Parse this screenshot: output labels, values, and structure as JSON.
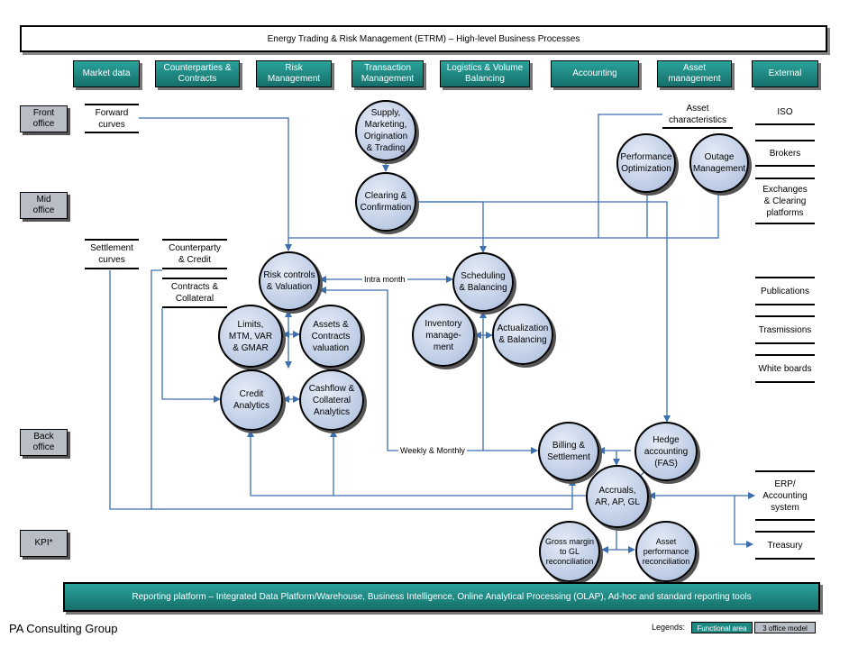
{
  "title": "Energy Trading & Risk Management (ETRM) – High-level Business Processes",
  "functional_areas": {
    "market_data": "Market data",
    "counterparties": [
      "Counterparties &",
      "Contracts"
    ],
    "risk": [
      "Risk",
      "Management"
    ],
    "transaction": [
      "Transaction",
      "Management"
    ],
    "logistics": [
      "Logistics & Volume",
      "Balancing"
    ],
    "accounting": "Accounting",
    "asset": [
      "Asset",
      "management"
    ],
    "external": "External"
  },
  "levels": {
    "front": [
      "Front",
      "office"
    ],
    "mid": [
      "Mid",
      "office"
    ],
    "back": [
      "Back",
      "office"
    ],
    "kpi": "KPI*"
  },
  "stores": {
    "forward_curves": [
      "Forward",
      "curves"
    ],
    "settlement_curves": [
      "Settlement",
      "curves"
    ],
    "counterparty_credit": [
      "Counterparty",
      "& Credit"
    ],
    "contracts_collateral": [
      "Contracts &",
      "Collateral"
    ],
    "asset_characteristics": [
      "Asset",
      "characteristics"
    ],
    "iso": "ISO",
    "brokers": "Brokers",
    "exchanges": [
      "Exchanges",
      "& Clearing",
      "platforms"
    ],
    "publications": "Publications",
    "trasmissions": "Trasmissions",
    "white_boards": "White boards",
    "erp": [
      "ERP/",
      "Accounting",
      "system"
    ],
    "treasury": "Treasury"
  },
  "processes": {
    "supply": [
      "Supply,",
      "Marketing,",
      "Origination",
      "& Trading"
    ],
    "clearing": [
      "Clearing &",
      "Confirmation"
    ],
    "performance": [
      "Performance",
      "Optimization"
    ],
    "outage": [
      "Outage",
      "Management"
    ],
    "risk_controls": [
      "Risk controls",
      "& Valuation"
    ],
    "scheduling": [
      "Scheduling",
      "& Balancing"
    ],
    "limits": [
      "Limits,",
      "MTM, VAR",
      "& GMAR"
    ],
    "assets_contracts": [
      "Assets &",
      "Contracts",
      "valuation"
    ],
    "inventory": [
      "Inventory",
      "manage-",
      "ment"
    ],
    "actualization": [
      "Actualization",
      "& Balancing"
    ],
    "credit": [
      "Credit",
      "Analytics"
    ],
    "cashflow": [
      "Cashflow &",
      "Collateral",
      "Analytics"
    ],
    "billing": [
      "Billing &",
      "Settlement"
    ],
    "hedge": [
      "Hedge",
      "accounting",
      "(FAS)"
    ],
    "accruals": [
      "Accruals,",
      "AR, AP, GL"
    ],
    "gross_margin": [
      "Gross margin",
      "to GL",
      "reconciliation"
    ],
    "asset_perf": [
      "Asset",
      "performance",
      "reconciliation"
    ]
  },
  "flow_labels": {
    "intra_month": "Intra month",
    "weekly_monthly": "Weekly & Monthly"
  },
  "reporting": "Reporting platform – Integrated Data Platform/Warehouse, Business Intelligence, Online Analytical Processing (OLAP), Ad-hoc and standard reporting tools",
  "footer": "PA Consulting Group",
  "legend": {
    "label": "Legends:",
    "functional_area": "Functional area",
    "office_model": "3 office model"
  }
}
